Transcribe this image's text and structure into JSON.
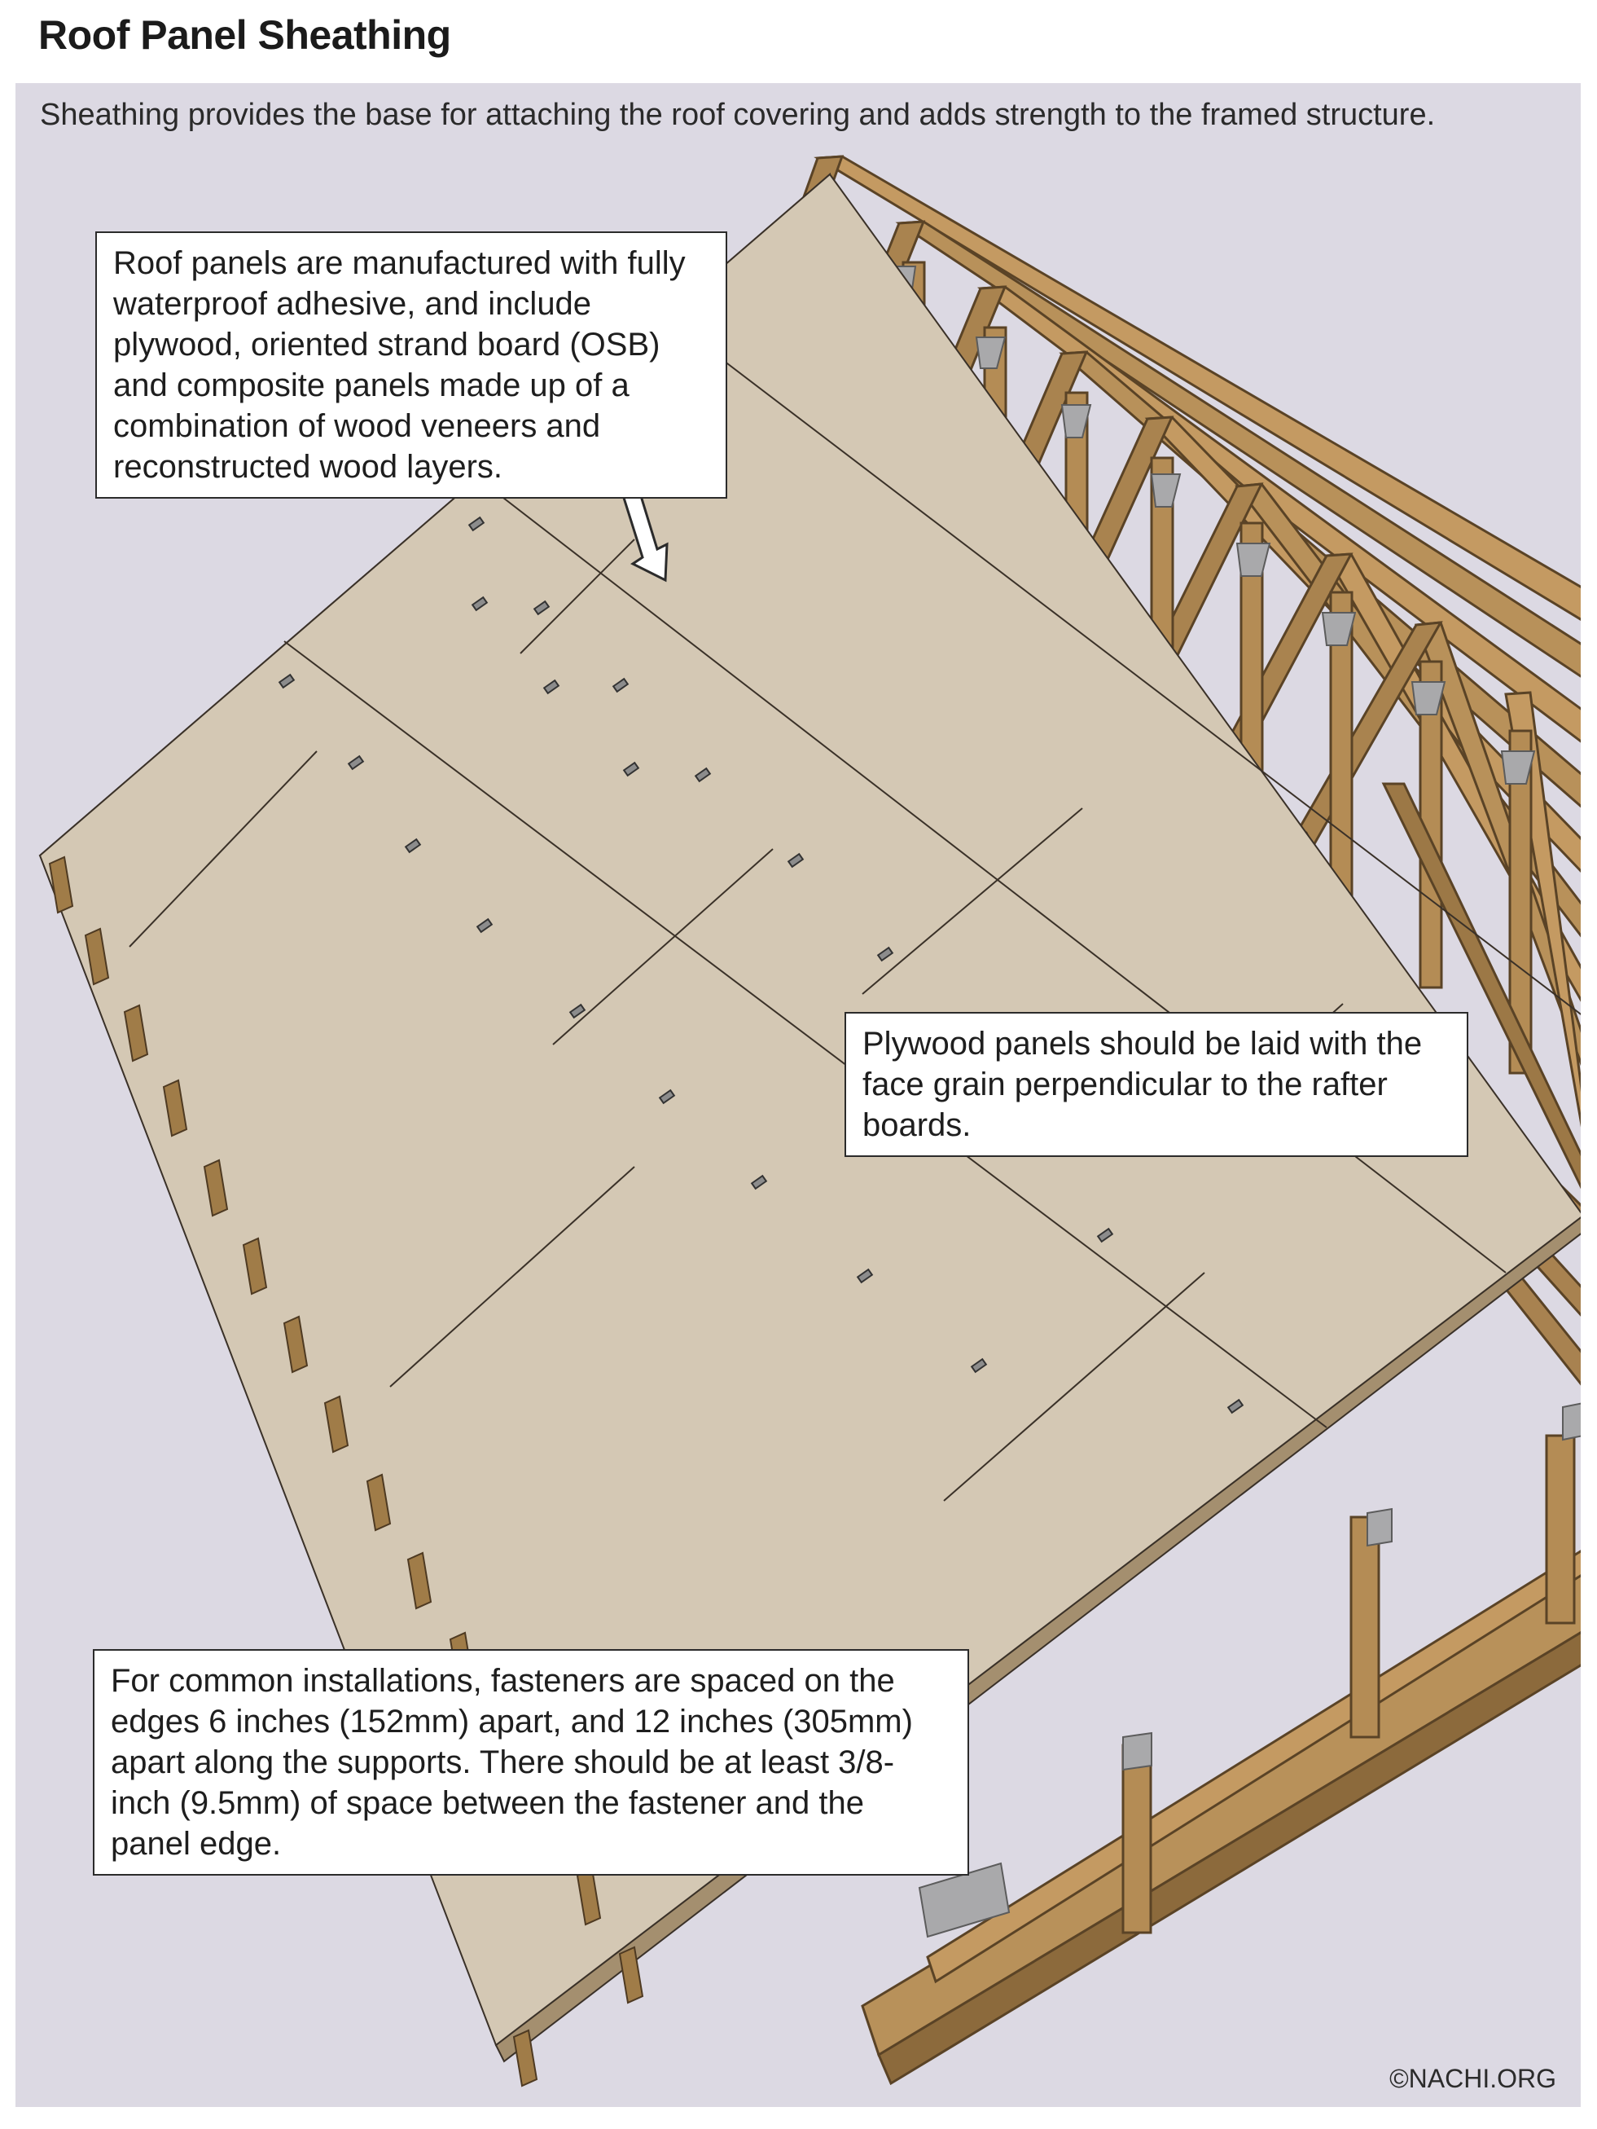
{
  "title": "Roof Panel Sheathing",
  "subtitle": "Sheathing provides the base for attaching the roof covering and adds strength to the framed structure.",
  "callouts": {
    "panel_types": "Roof panels are manufactured with fully waterproof adhesive, and include plywood, oriented strand board (OSB) and composite panels made up of a combination of wood veneers and reconstructed wood layers.",
    "face_grain": "Plywood panels should be laid with the face grain perpendicular to the rafter boards.",
    "fasteners": "For common installations, fasteners are spaced on the edges 6 inches (152mm) apart, and 12 inches (305mm) apart along the supports. There should be at least 3/8-inch (9.5mm) of space between the fastener and the panel edge."
  },
  "credit": "©NACHI.ORG",
  "colors": {
    "background": "#dcd9e3",
    "sheathing": "#d4c8b4",
    "lumber": "#b8935e",
    "lumber_dark": "#8c6a3c",
    "gusset": "#a9a9ab"
  }
}
